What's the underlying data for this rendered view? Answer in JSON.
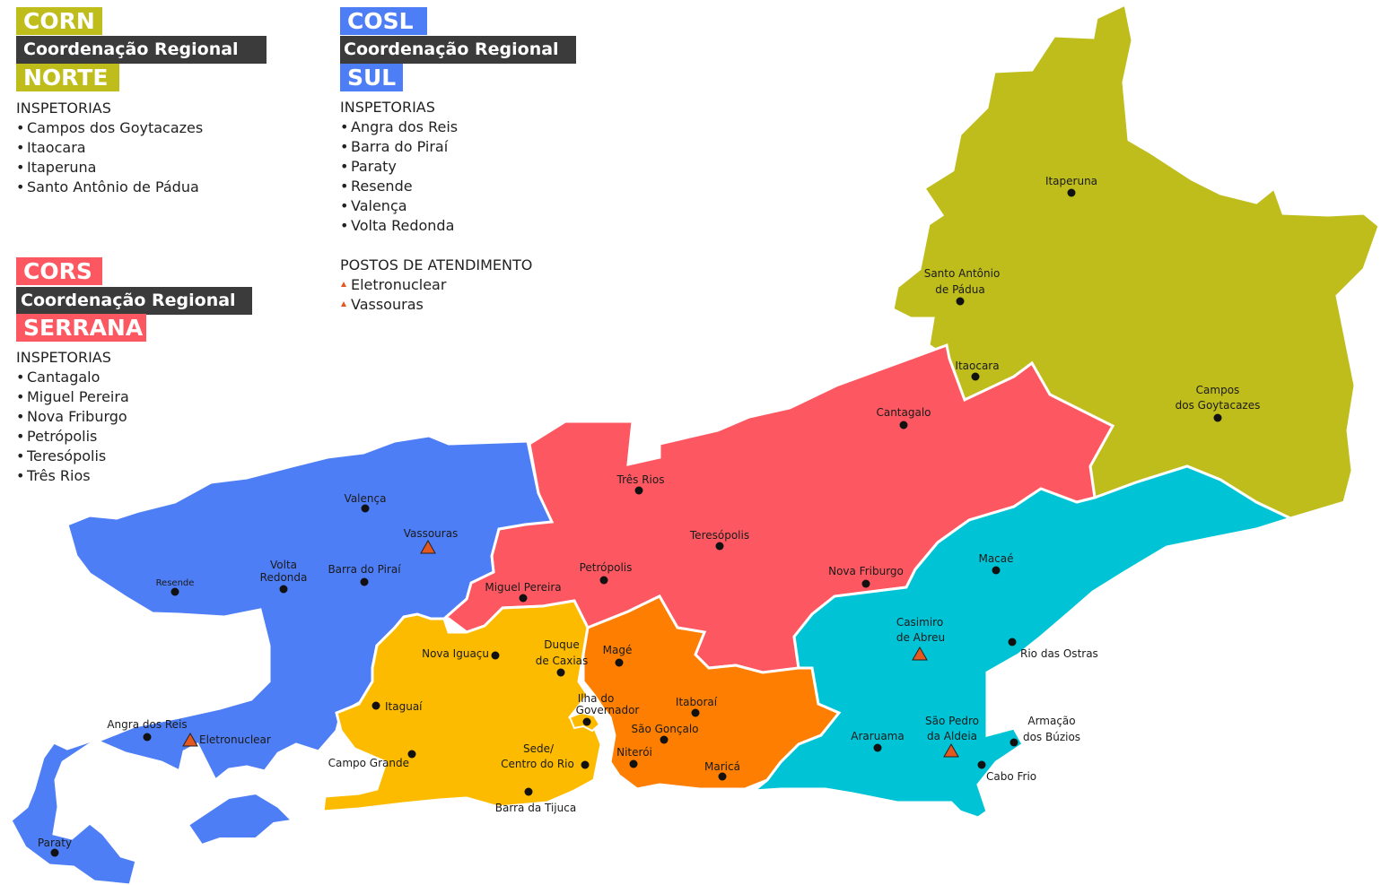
{
  "colors": {
    "norte": "#bfbd1c",
    "sul": "#4e7ef5",
    "serrana": "#fd5861",
    "cyan": "#00c4d6",
    "orange": "#fd7e00",
    "yellow": "#fdbb00",
    "dark": "#3b3b3b",
    "posto": "#e4571e"
  },
  "legend": {
    "norte": {
      "code": "CORN",
      "title": "Coordenação Regional",
      "name": "NORTE",
      "heading": "INSPETORIAS",
      "items": [
        "Campos dos Goytacazes",
        "Itaocara",
        "Itaperuna",
        "Santo Antônio de Pádua"
      ]
    },
    "sul": {
      "code": "COSL",
      "title": "Coordenação Regional",
      "name": "SUL",
      "heading": "INSPETORIAS",
      "items": [
        "Angra dos Reis",
        "Barra do Piraí",
        "Paraty",
        "Resende",
        "Valença",
        "Volta Redonda"
      ],
      "postos_heading": "POSTOS DE ATENDIMENTO",
      "postos": [
        "Eletronuclear",
        "Vassouras"
      ]
    },
    "serrana": {
      "code": "CORS",
      "title": "Coordenação Regional",
      "name": "SERRANA",
      "heading": "INSPETORIAS",
      "items": [
        "Cantagalo",
        "Miguel Pereira",
        "Nova Friburgo",
        "Petrópolis",
        "Teresópolis",
        "Três Rios"
      ]
    }
  },
  "cities": {
    "itaperuna": "Itaperuna",
    "santo_antonio_1": "Santo Antônio",
    "santo_antonio_2": "de Pádua",
    "itaocara": "Itaocara",
    "campos_1": "Campos",
    "campos_2": "dos Goytacazes",
    "cantagalo": "Cantagalo",
    "tres_rios": "Três Rios",
    "teresopolis": "Teresópolis",
    "petropolis": "Petrópolis",
    "nova_friburgo": "Nova Friburgo",
    "miguel_pereira": "Miguel Pereira",
    "valenca": "Valença",
    "vassouras": "Vassouras",
    "resende": "Resende",
    "volta_redonda_1": "Volta",
    "volta_redonda_2": "Redonda",
    "barra_do_pirai": "Barra do Piraí",
    "angra": "Angra dos Reis",
    "eletronuclear": "Eletronuclear",
    "paraty": "Paraty",
    "nova_iguacu": "Nova Iguaçu",
    "duque_1": "Duque",
    "duque_2": "de Caxias",
    "itaguai": "Itaguaí",
    "campo_grande": "Campo Grande",
    "sede_1": "Sede/",
    "sede_2": "Centro do Rio",
    "barra_tijuca": "Barra da Tijuca",
    "ilha_1": "Ilha do",
    "ilha_2": "Governador",
    "mage": "Magé",
    "itaborai": "Itaboraí",
    "sao_goncalo": "São Gonçalo",
    "niteroi": "Niterói",
    "marica": "Maricá",
    "macae": "Macaé",
    "casimiro_1": "Casimiro",
    "casimiro_2": "de Abreu",
    "rio_ostras": "Rio das Ostras",
    "araruama": "Araruama",
    "sao_pedro_1": "São Pedro",
    "sao_pedro_2": "da Aldeia",
    "armacao_1": "Armação",
    "armacao_2": "dos Búzios",
    "cabo_frio": "Cabo Frio"
  }
}
